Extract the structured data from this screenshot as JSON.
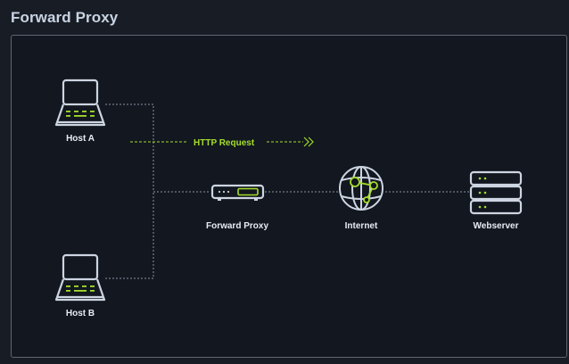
{
  "title": "Forward Proxy",
  "nodes": {
    "host_a": {
      "label": "Host A",
      "icon": "laptop-icon"
    },
    "host_b": {
      "label": "Host B",
      "icon": "laptop-icon"
    },
    "proxy": {
      "label": "Forward Proxy",
      "icon": "proxy-device-icon"
    },
    "internet": {
      "label": "Internet",
      "icon": "globe-icon"
    },
    "webserver": {
      "label": "Webserver",
      "icon": "server-rack-icon"
    }
  },
  "request": {
    "label": "HTTP Request"
  },
  "colors": {
    "background": "#181d25",
    "panel": "#121720",
    "panel_border": "#5e6672",
    "icon_stroke": "#cdd5e1",
    "accent": "#a5dd2a",
    "connector": "#8a93a0"
  }
}
